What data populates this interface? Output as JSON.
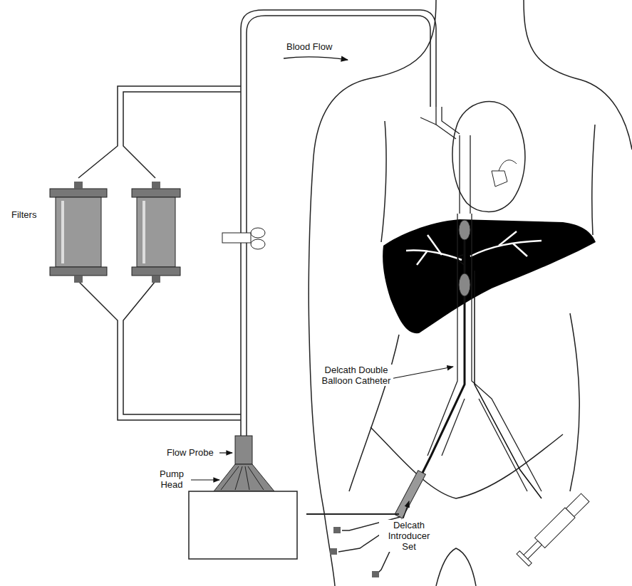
{
  "diagram": {
    "labels": [
      "Blood Flow",
      "Filters",
      "Flow Probe",
      "Pump Head",
      "Delcath Double Balloon Catheter",
      "Delcath Introducer Set"
    ]
  }
}
